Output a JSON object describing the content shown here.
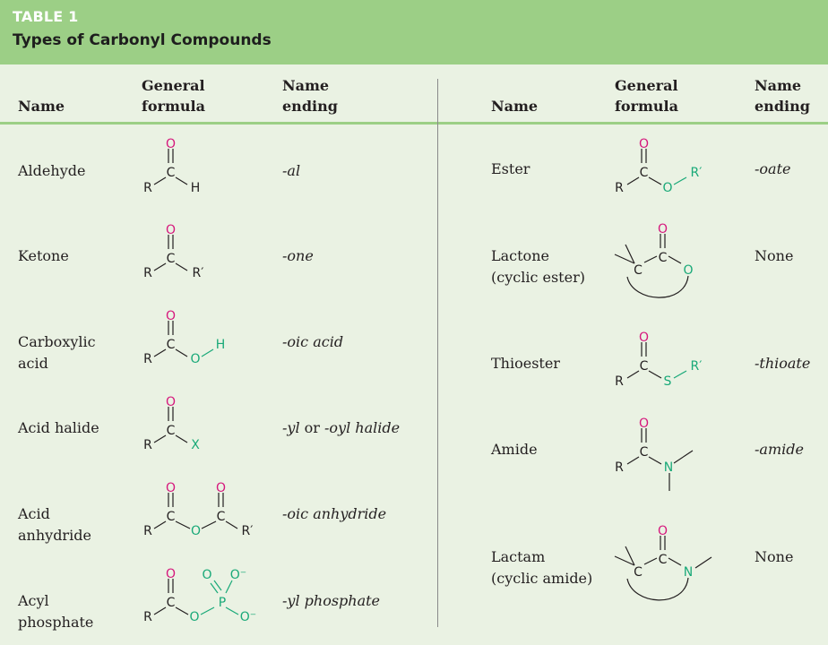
{
  "header": {
    "tag": "TABLE 1",
    "title": "Types of Carbonyl Compounds"
  },
  "columns": {
    "name": "Name",
    "formula_l1": "General",
    "formula_l2": "formula",
    "ending_l1": "Name",
    "ending_l2": "ending"
  },
  "left_rows": [
    {
      "name_l1": "Aldehyde",
      "ending": "-al"
    },
    {
      "name_l1": "Ketone",
      "ending": "-one"
    },
    {
      "name_l1": "Carboxylic",
      "name_l2": "acid",
      "ending": "-oic acid"
    },
    {
      "name_l1": "Acid halide",
      "ending_a": "-yl",
      "ending_b": " or ",
      "ending_c": "-oyl halide"
    },
    {
      "name_l1": "Acid",
      "name_l2": "anhydride",
      "ending": "-oic anhydride"
    },
    {
      "name_l1": "Acyl",
      "name_l2": "phosphate",
      "ending": "-yl phosphate"
    }
  ],
  "right_rows": [
    {
      "name_l1": "Ester",
      "ending": "-oate"
    },
    {
      "name_l1": "Lactone",
      "name_l2": "(cyclic ester)",
      "ending": "None"
    },
    {
      "name_l1": "Thioester",
      "ending": "-thioate"
    },
    {
      "name_l1": "Amide",
      "ending": "-amide"
    },
    {
      "name_l1": "Lactam",
      "name_l2": "(cyclic amide)",
      "ending": "None"
    }
  ],
  "atoms": {
    "C": "C",
    "O": "O",
    "H": "H",
    "R": "R",
    "R_prime": "R′",
    "X": "X",
    "S": "S",
    "N": "N",
    "P": "P",
    "O_minus": "O⁻"
  },
  "colors": {
    "header": "#9ccf86",
    "background": "#eaf2e3",
    "oxygen": "#d6187d",
    "heteroatom": "#19a978"
  }
}
